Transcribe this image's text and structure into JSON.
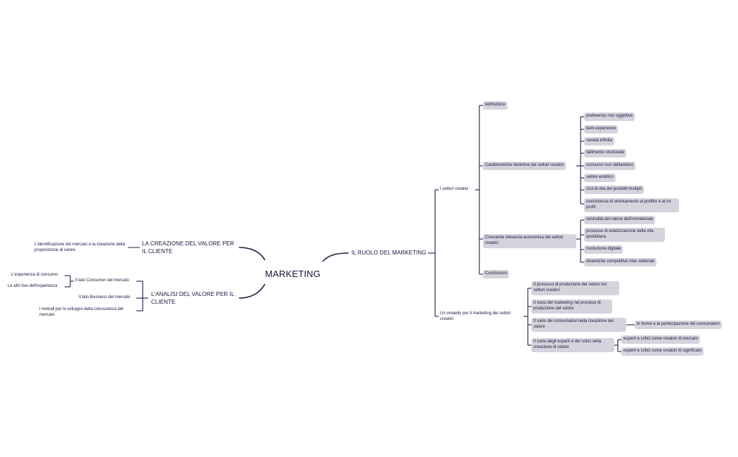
{
  "map": {
    "central": "MARKETING",
    "left": {
      "creazione": {
        "title": "LA CREAZIONE DEL VALORE PER IL CLIENTE",
        "children": [
          "L'identificazione del mercato e la creazione della proposizione di valore"
        ]
      },
      "analisi": {
        "title": "L'ANALISI DEL VALORE PER IL CLIENTE",
        "consumer": {
          "label": "Il lato Consumer del mercato",
          "children": [
            "L'esperienza di consumo",
            "Le altri fasi dell'esperienza"
          ]
        },
        "business": "Il lato Business del mercato",
        "metodi": "I metodi per lo sviluppo della conoscenza del mercato"
      }
    },
    "right": {
      "title": "IL RUOLO DEL MARKETING",
      "settori": {
        "label": "I settori creativi",
        "definizione": "definizione",
        "caratteristiche": {
          "label": "Caratteristiche distintive dei settori creativi",
          "children": [
            "preferenze non oggettive",
            "beni experience",
            "varietà infinita",
            "fallimento strutturale",
            "consumo non utilitaristico",
            "valore estetico",
            "cicli di vita dei prodotti multipli",
            "coesistenza di orientamento al profitto e al no profit"
          ]
        },
        "rilevanza": {
          "label": "Crescente rilevanza economica dei settori creativi",
          "children": [
            "centralità del valore dell'immateriale",
            "processo di estetizzazione della vita quotidiana",
            "rivoluzione digitale",
            "dinamiche competitive inter settoriali"
          ]
        },
        "conclusioni": "Conclusioni"
      },
      "modello": {
        "label": "Un modello per il marketing dei settori creativi",
        "produzione": "Il processo di produzione del valore nei settori creativi",
        "ruolo_marketing": "Il ruolo del marketing nei processi di produzione del valore",
        "consumatori": {
          "label": "Il ruolo dei consumatori nella creazione del valore",
          "child": "le forme e la partecipazione dei consumatori"
        },
        "esperti": {
          "label": "Il ruolo degli esperti e dei critici nella creazione di valore",
          "children": [
            "esperti e critici come creatori di mercato",
            "esperti e critici come creatori di significato"
          ]
        }
      }
    }
  },
  "colors": {
    "line": "#1c1c44",
    "text": "#16163a",
    "box_bg": "#d4d4dd"
  }
}
